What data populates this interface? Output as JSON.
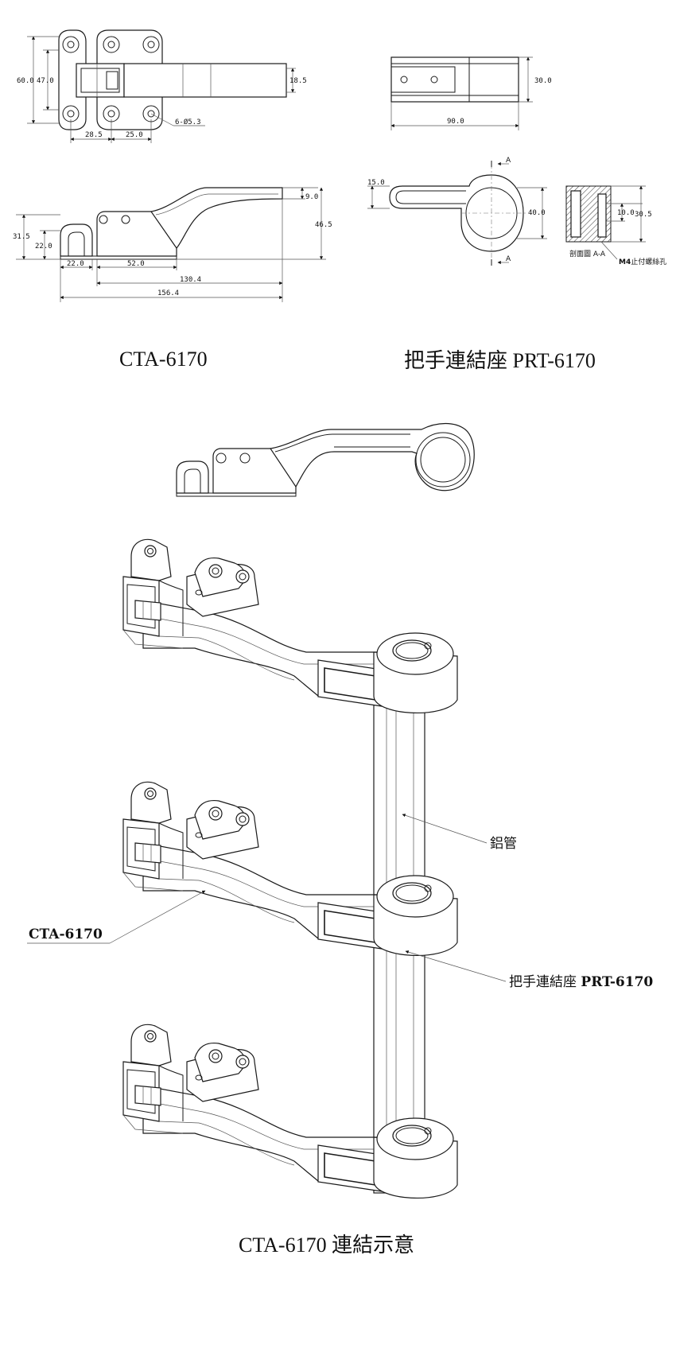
{
  "top_views": {
    "front": {
      "dims": {
        "height_total": "60.0",
        "height_inner": "47.0",
        "handle_height": "18.5",
        "dim_a": "28.5",
        "dim_b": "25.0",
        "holes": "6-Ø5.3"
      }
    },
    "side": {
      "dims": {
        "h1": "31.5",
        "h2": "22.0",
        "w1": "22.0",
        "w2": "52.0",
        "len_a": "130.4",
        "len_total": "156.4",
        "top": "9.0",
        "right": "46.5"
      }
    },
    "prt_top": {
      "dims": {
        "width": "30.0",
        "length": "90.0"
      }
    },
    "prt_side": {
      "dims": {
        "arm": "15.0",
        "ring": "40.0",
        "section_label_top": "A",
        "section_label_bottom": "A"
      }
    },
    "prt_section": {
      "dims": {
        "inner": "10.0",
        "outer": "30.5"
      },
      "label": "剖面圖 A-A",
      "note_bold": "M4",
      "note": "止付螺絲孔"
    }
  },
  "captions": {
    "cta": "CTA-6170",
    "prt": "把手連結座 PRT-6170",
    "assembly": "CTA-6170 連結示意"
  },
  "callouts": {
    "tube": "鋁管",
    "cta": "CTA-6170",
    "prt_prefix": "把手連結座 ",
    "prt_bold": "PRT-6170"
  }
}
